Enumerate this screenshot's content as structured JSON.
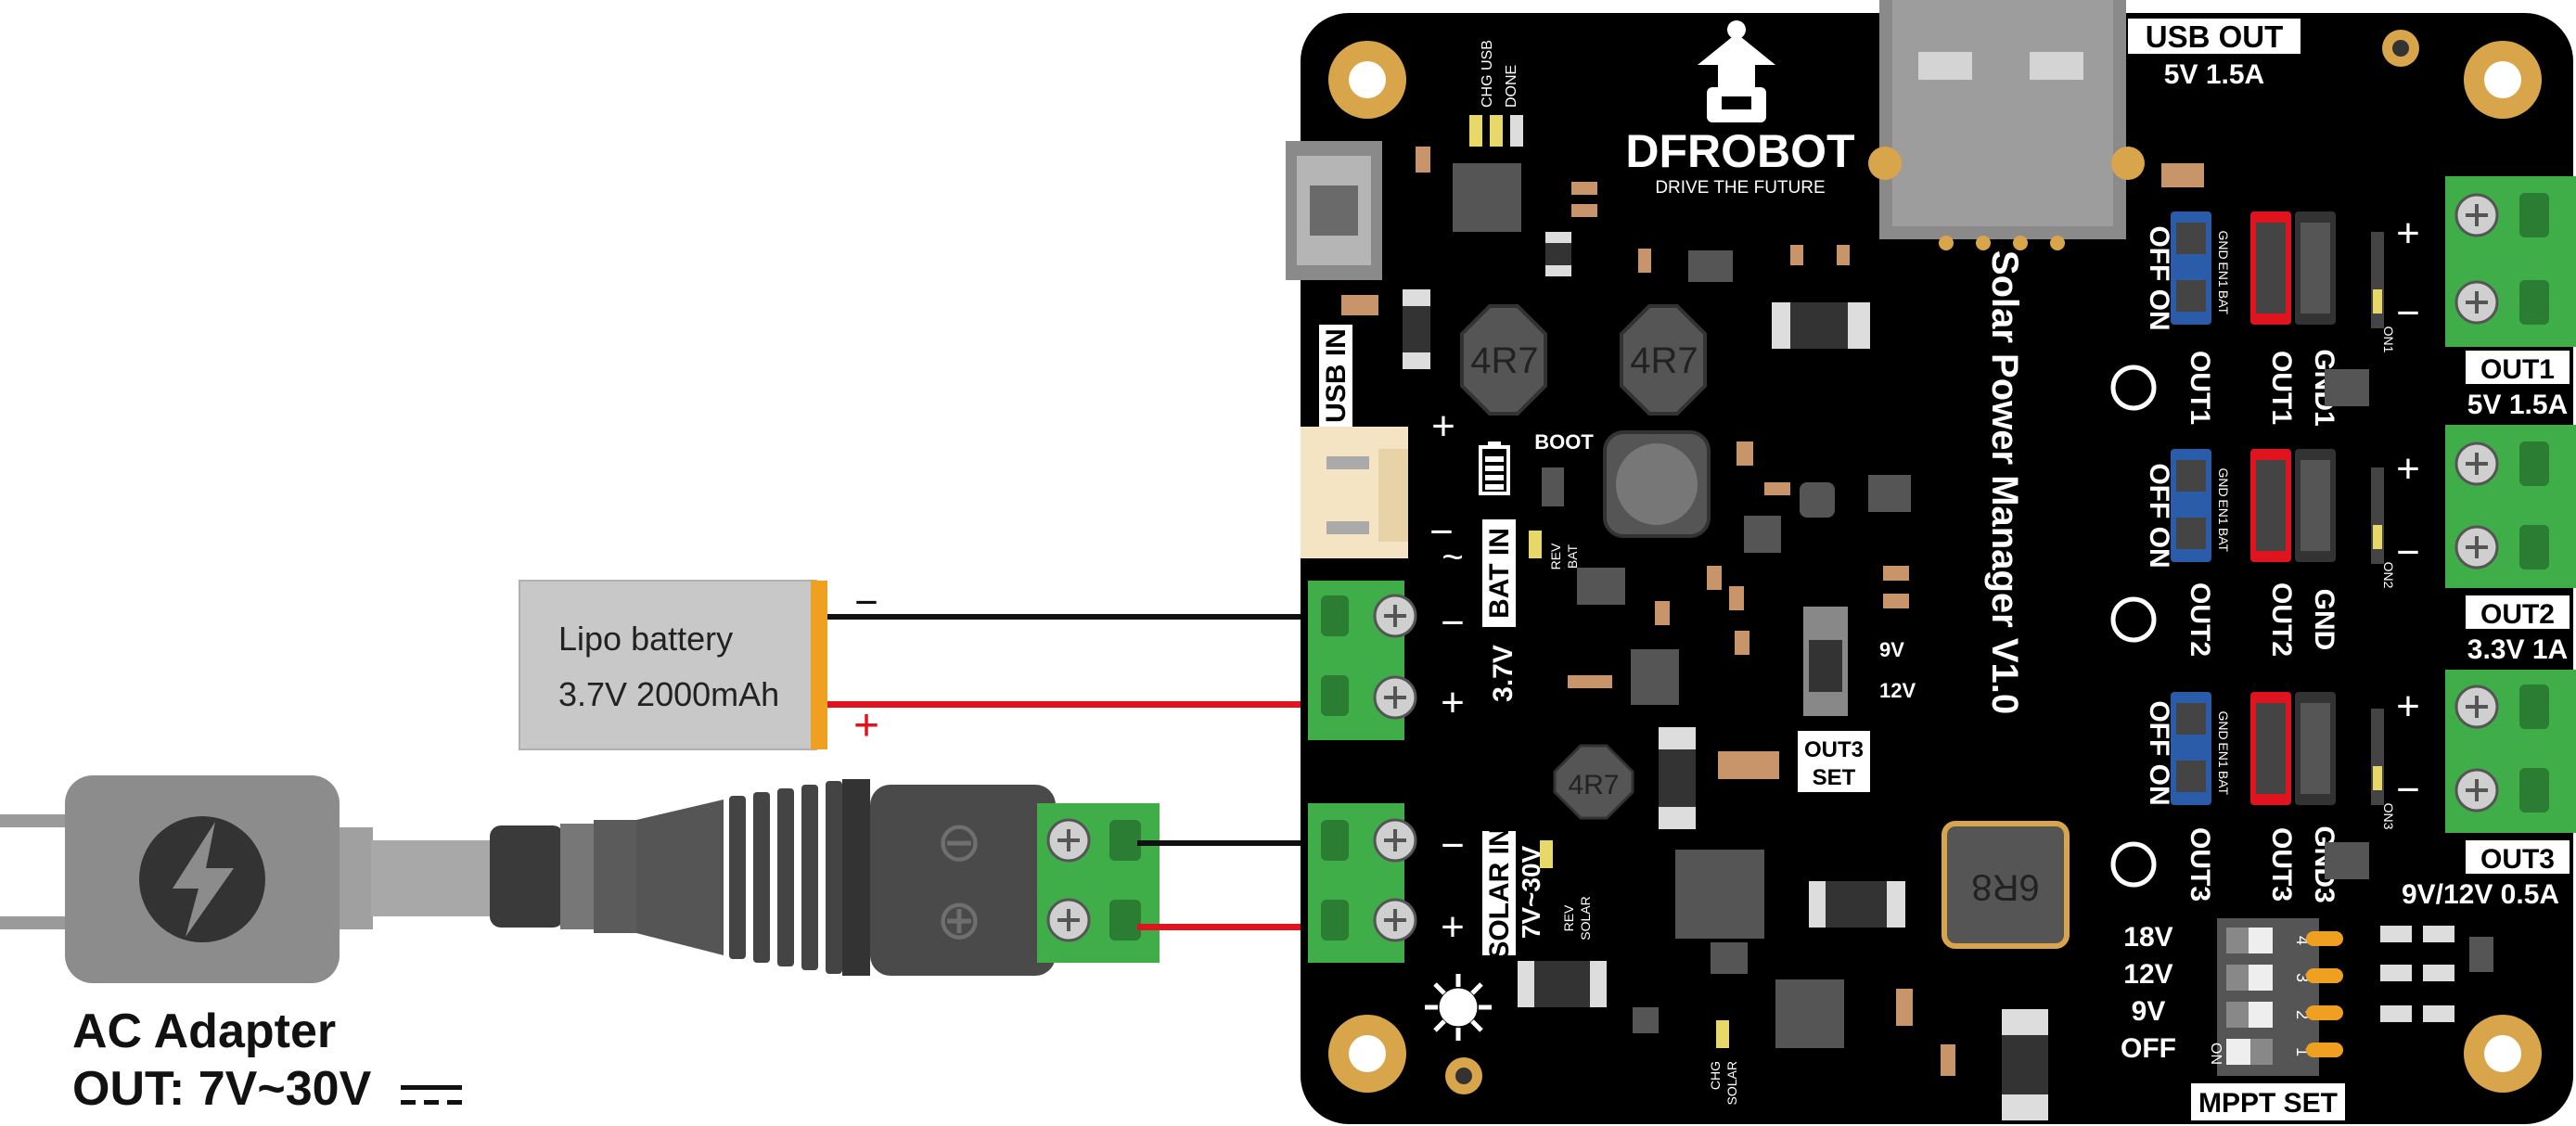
{
  "colors": {
    "board": "#000000",
    "terminal_green": "#3fae49",
    "mount_gold": "#d9a54a",
    "wire_black": "#111111",
    "wire_red": "#e0141e",
    "jumper_blue": "#2b5caa",
    "jumper_red": "#e0141e",
    "adapter_grey": "#8c8c8c",
    "battery_orange": "#f0a020",
    "battery_body": "#c8c8c8"
  },
  "adapter": {
    "title": "AC Adapter",
    "output": "OUT: 7V~30V",
    "icon": "lightning-bolt-icon"
  },
  "battery": {
    "name": "Lipo battery",
    "spec": "3.7V 2000mAh",
    "minus": "−",
    "plus": "+"
  },
  "dc_jack": {
    "minus_symbol": "⊖",
    "plus_symbol": "⊕"
  },
  "board": {
    "brand": "DFROBOT",
    "tagline": "DRIVE THE FUTURE",
    "name": "Solar Power Manager V1.0",
    "usb_out": "USB OUT",
    "usb_out_rating": "5V 1.5A",
    "usb_in": "USB IN",
    "chg_usb": "CHG USB",
    "done": "DONE",
    "boot": "BOOT",
    "bat_in": "BAT IN",
    "bat_voltage": "3.7V",
    "rev": "REV",
    "bat": "BAT",
    "solar_in": "SOLAR IN",
    "solar_range": "7V~30V",
    "solar": "SOLAR",
    "chg": "CHG",
    "inductor_4r7": "4R7",
    "inductor_6r8": "6R8",
    "out3_set": "OUT3 SET",
    "out3_9v": "9V",
    "out3_12v": "12V",
    "plus": "+",
    "minus": "−",
    "off_on": "OFF ON",
    "pin_gnd": "GND",
    "pin_en1": "EN1",
    "pin_bat": "BAT",
    "outputs": [
      {
        "label": "OUT1",
        "rating": "5V 1.5A",
        "en_label": "OUT1",
        "gnd_label": "GND1",
        "led": "ON1"
      },
      {
        "label": "OUT2",
        "rating": "3.3V 1A",
        "en_label": "OUT2",
        "gnd_label": "GND",
        "led": "ON2"
      },
      {
        "label": "OUT3",
        "rating": "9V/12V 0.5A",
        "en_label": "OUT3",
        "gnd_label": "GND3",
        "led": "ON3"
      }
    ],
    "mppt": {
      "title": "MPPT SET",
      "on": "ON",
      "options": [
        "18V",
        "12V",
        "9V",
        "OFF"
      ],
      "switch_numbers": [
        "4",
        "3",
        "2",
        "1"
      ]
    }
  }
}
